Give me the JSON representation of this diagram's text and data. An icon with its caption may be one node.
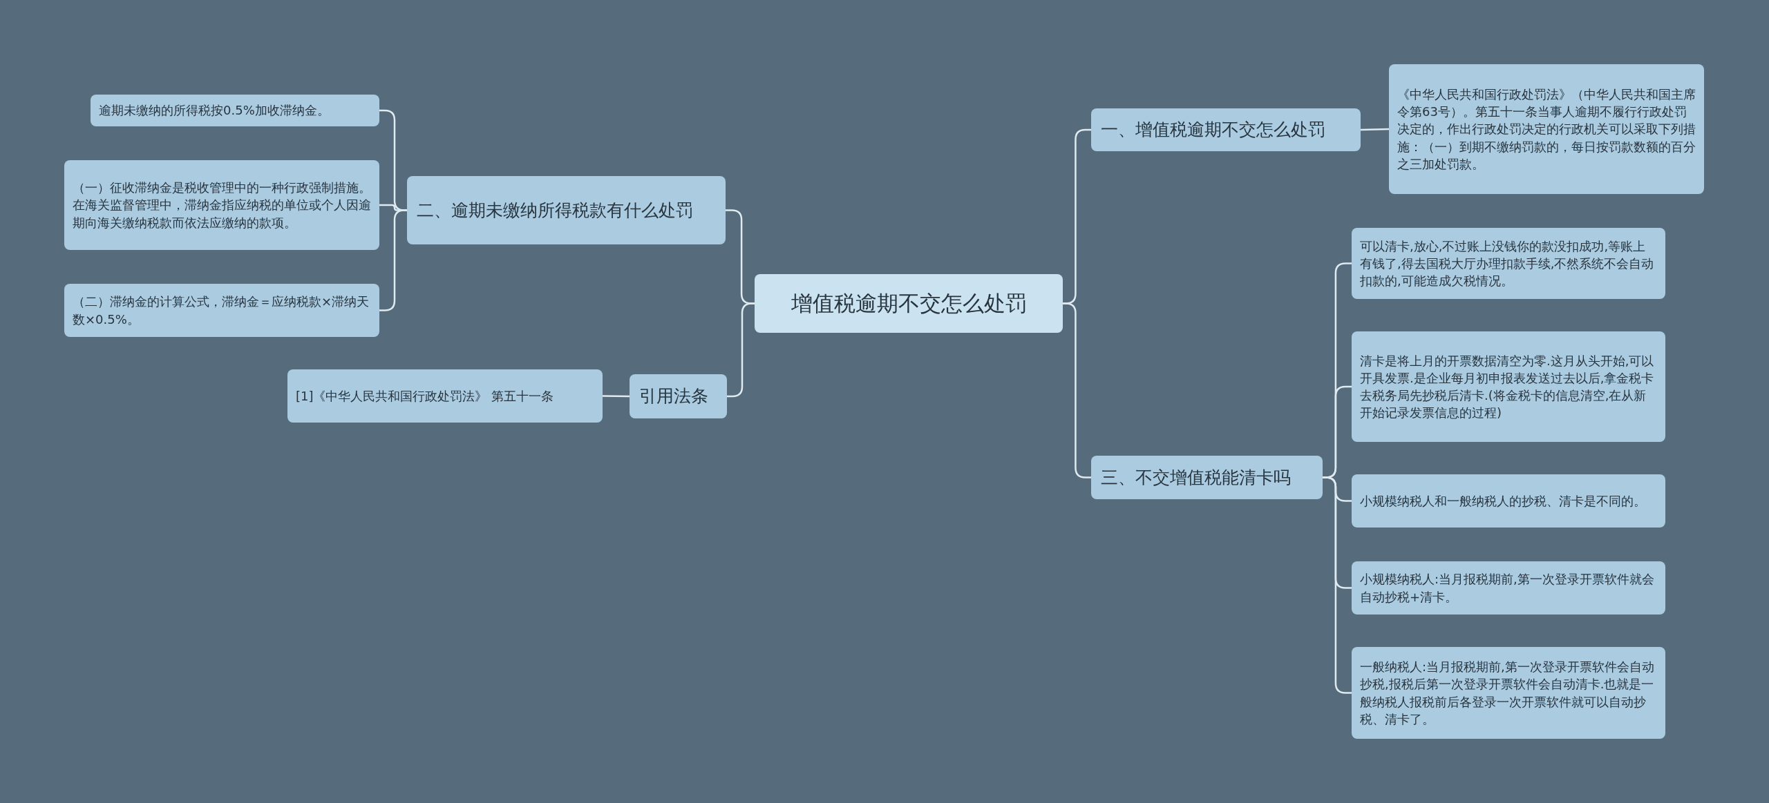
{
  "diagram": {
    "nodes": [
      {
        "text": [
          "增值税逾期不交怎么处罚"
        ]
      },
      {
        "text": [
          "一、增值税逾期不交怎么处罚"
        ]
      },
      {
        "text": [
          "《中华人民共和国行政处罚法》（中华人民共和国主席令第63号）。第五十一条当事人逾期不履行行政处罚决定的，作出行政处罚决定的行政机关可以采取下列措施：（一）到期不缴纳罚款的，每日按罚款数额的百分之三加处罚款。"
        ]
      },
      {
        "text": [
          "三、不交增值税能清卡吗"
        ]
      },
      {
        "text": [
          "可以清卡,放心,不过账上没钱你的款没扣成功,等账上有钱了,得去国税大厅办理扣款手续,不然系统不会自动扣款的,可能造成欠税情况。"
        ]
      },
      {
        "text": [
          "清卡是将上月的开票数据清空为零.这月从头开始,可以开具发票.是企业每月初申报表发送过去以后,拿金税卡去税务局先抄税后清卡.(将金税卡的信息清空,在从新开始记录发票信息的过程)"
        ]
      },
      {
        "text": [
          "小规模纳税人和一般纳税人的抄税、清卡是不同的。"
        ]
      },
      {
        "text": [
          "小规模纳税人:当月报税期前,第一次登录开票软件就会自动抄税+清卡。"
        ]
      },
      {
        "text": [
          "一般纳税人:当月报税期前,第一次登录开票软件会自动抄税,报税后第一次登录开票软件会自动清卡.也就是一般纳税人报税前后各登录一次开票软件就可以自动抄税、清卡了。"
        ]
      },
      {
        "text": [
          "二、逾期未缴纳所得税款有什么处罚"
        ]
      },
      {
        "text": [
          "逾期未缴纳的所得税按0.5%加收滞纳金。"
        ]
      },
      {
        "text": [
          "（一）征收滞纳金是税收管理中的一种行政强制措施。在海关监督管理中，滞纳金指应纳税的单位或个人因逾期向海关缴纳税款而依法应缴纳的款项。"
        ]
      },
      {
        "text": [
          "（二）滞纳金的计算公式，滞纳金＝应纳税款×滞纳天数×0.5%。"
        ]
      },
      {
        "text": [
          "引用法条"
        ]
      },
      {
        "text": [
          "[1]《中华人民共和国行政处罚法》 第五十一条"
        ]
      }
    ],
    "edges": [
      {
        "from": 0,
        "to": 1,
        "arrow": "none"
      },
      {
        "from": 1,
        "to": 2,
        "arrow": "none"
      },
      {
        "from": 0,
        "to": 3,
        "arrow": "none"
      },
      {
        "from": 3,
        "to": 4,
        "arrow": "none"
      },
      {
        "from": 3,
        "to": 5,
        "arrow": "none"
      },
      {
        "from": 3,
        "to": 6,
        "arrow": "none"
      },
      {
        "from": 3,
        "to": 7,
        "arrow": "none"
      },
      {
        "from": 3,
        "to": 8,
        "arrow": "none"
      },
      {
        "from": 0,
        "to": 9,
        "arrow": "none"
      },
      {
        "from": 9,
        "to": 10,
        "arrow": "none"
      },
      {
        "from": 9,
        "to": 11,
        "arrow": "none"
      },
      {
        "from": 9,
        "to": 12,
        "arrow": "none"
      },
      {
        "from": 0,
        "to": 13,
        "arrow": "none"
      },
      {
        "from": 13,
        "to": 14,
        "arrow": "none"
      }
    ]
  }
}
